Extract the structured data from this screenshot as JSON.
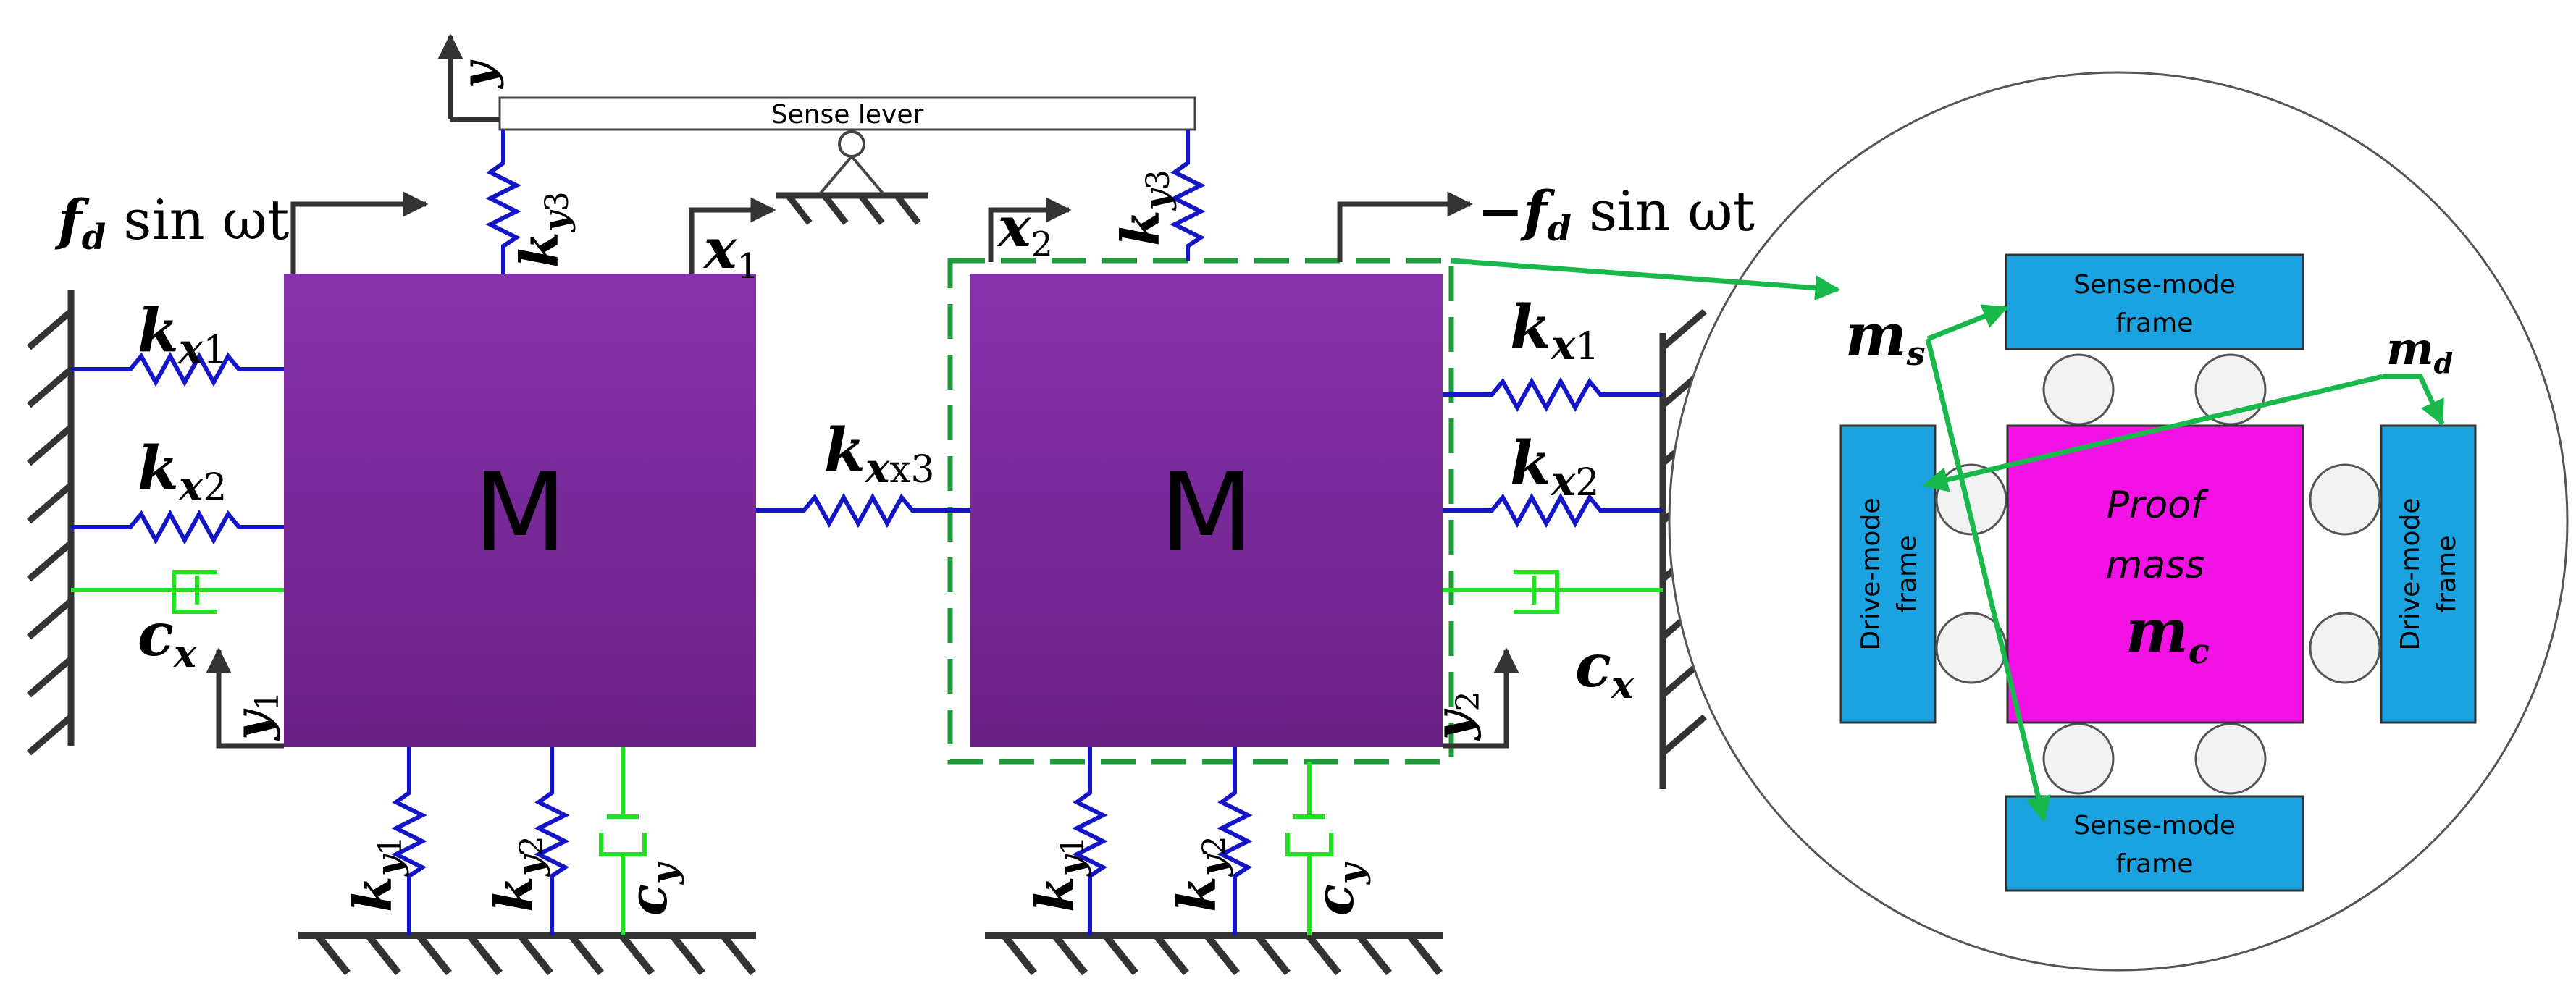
{
  "labels": {
    "sense_lever": "Sense lever",
    "mass": "M",
    "force_left": "f",
    "force_left_sub": "d",
    "force_left_tail": " sin ωt",
    "force_right": "−f",
    "force_right_sub": "d",
    "force_right_tail": " sin ωt",
    "k": "k",
    "c": "c",
    "x": "x",
    "y": "y",
    "sub_x1": "x1",
    "sub_x2": "x2",
    "sub_x3": "x3",
    "sub_y1": "y1",
    "sub_y2": "y2",
    "sub_y3": "y3",
    "sub_x": "x",
    "sub_y": "y",
    "num1": "1",
    "num2": "2",
    "m": "m",
    "sub_s": "s",
    "sub_d": "d",
    "sub_c": "c",
    "sense_frame_line1": "Sense-mode",
    "sense_frame_line2": "frame",
    "drive_frame_line1": "Drive-mode",
    "drive_frame_line2": "frame",
    "proof_line1": "Proof",
    "proof_line2": "mass"
  },
  "colors": {
    "mass_top": "#8430A8",
    "mass_bottom": "#6A2185",
    "spring": "#1515C8",
    "damper": "#22E022",
    "dash_box": "#1F9A3A",
    "arrow_green": "#19B84A",
    "frame_blue": "#1AA3E0",
    "proof_magenta": "#F212E6",
    "ground": "#333333"
  }
}
